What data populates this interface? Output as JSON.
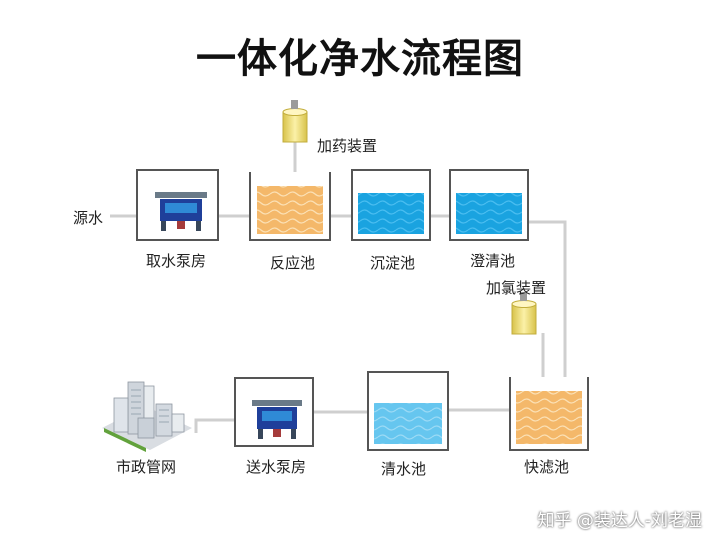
{
  "title": "一体化净水流程图",
  "labels": {
    "source": "源水",
    "intake_pump": "取水泵房",
    "reaction_tank": "反应池",
    "sedimentation_tank": "沉淀池",
    "clarifier": "澄清池",
    "dosing_device": "加药装置",
    "chlorination_device": "加氯装置",
    "fast_filter": "快滤池",
    "clear_water_tank": "清水池",
    "delivery_pump": "送水泵房",
    "municipal_network": "市政管网"
  },
  "watermark": "知乎 @装达人-刘老湿",
  "colors": {
    "water_blue": "#1aa3e0",
    "water_light": "#5fc3ee",
    "sand": "#f4b86a",
    "dosing_yellow": "#f5e27a"
  },
  "icons": [
    "pump-machine-icon",
    "dosing-tank-icon",
    "city-buildings-icon"
  ]
}
